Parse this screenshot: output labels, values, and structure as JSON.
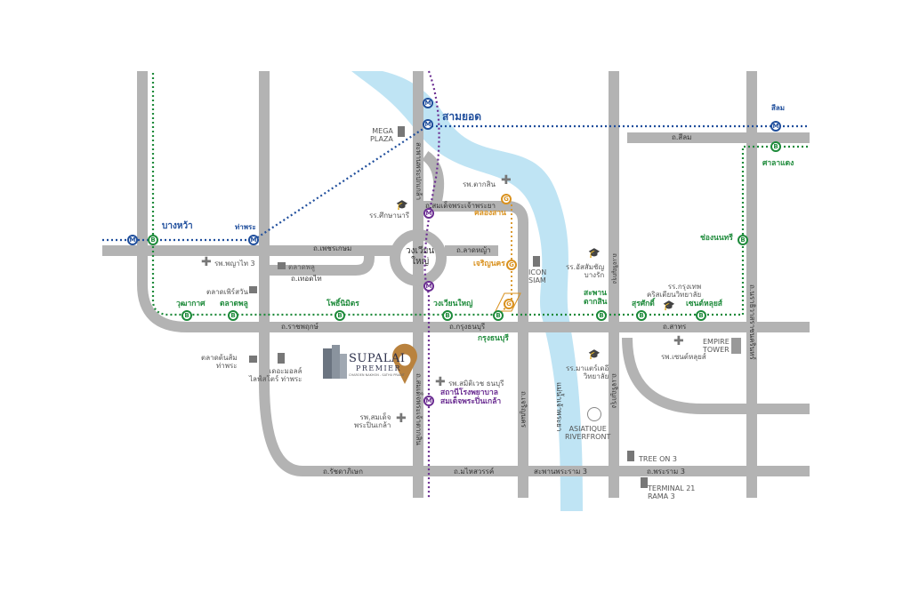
{
  "stations": {
    "green": {
      "bang_wa": "บางหว้า",
      "wutthakat": "วุฒากาศ",
      "talat_phlu": "ตลาดพลู",
      "pho_nimit": "โพธิ์นิมิตร",
      "wongwian_yai": "วงเวียนใหญ่",
      "krung_thon_buri": "กรุงธนบุรี",
      "saphan_taksin": "สะพาน\nตากสิน",
      "surasak": "สุรศักดิ์",
      "chong_nonsi": "ช่องนนทรี",
      "sala_daeng": "ศาลาแดง",
      "saint_louis": "เซนต์หลุยส์"
    },
    "blue": {
      "bang_wa": "บางหว้า",
      "tha_phra": "ท่าพระ",
      "sam_yot": "สามยอด",
      "silom": "สีลม"
    },
    "gold": {
      "khlong_san": "คลองสาน",
      "charoen_nakhon": "เจริญนคร"
    },
    "purple": {
      "hospital": "สถานีโรงพยาบาล\nสมเด็จพระปิ่นเกล้า"
    }
  },
  "roads": {
    "phet_kasem": "ถ.เพชรเกษม",
    "therd_thai": "ถ.เทอดไท",
    "ratchaphruek": "ถ.ราชพฤกษ์",
    "krung_thonburi": "ถ.กรุงธนบุรี",
    "sathon": "ถ.สาทร",
    "silom": "ถ.สีลม",
    "lat_ya": "ถ.ลาดหญ้า",
    "somdet_chao_phraya": "ถ.สมเด็จพระเจ้าพระยา",
    "somdet_taksin": "ถ.สมเด็จพระเจ้าตากสิน",
    "phra_pok_klao": "สะพานพระปกเกล้า",
    "charoen_nakhon": "ถ.เจริญนคร",
    "charoen_krung": "ถ.เจริญกรุง",
    "narathiwat": "ถ.นราธิวาสราชนครินทร์",
    "charoen_krung_top": "ถ.เจริญกรุง",
    "ratchadaphisek": "ถ.รัชดาภิเษก",
    "mahaisawan": "ถ.มไหสวรรค์",
    "rama3_bridge": "สะพานพระราม 3",
    "rama3": "ถ.พระราม 3",
    "river": "แม่น้ำเจ้าพระยา"
  },
  "places": {
    "mega_plaza": "MEGA\nPLAZA",
    "taksin_hospital": "รพ.ตากสิน",
    "sikkha": "รร.ศึกษานารี",
    "wongwian": "วงเวียน\nใหญ่",
    "phyathai3": "รพ.พญาไท 3",
    "talat_phlu_market": "ตลาดพลู",
    "talat_wutthakat": "ตลาดเพิร์สวัน",
    "icon_siam": "ICON\nSIAM",
    "assumption": "รร.อัสสัมชัญ\nบางรัก",
    "bangkok_christian": "รร.กรุงเทพ\nคริสเตียนวิทยาลัย",
    "empire": "EMPIRE\nTOWER",
    "saint_louis_hosp": "รพ.เซนต์หลุยส์",
    "talat_tonsom": "ตลาดต้นส้ม\nท่าพระ",
    "the_mall": "เดอะมอลล์\nไลฟ์สโตร์ ท่าพระ",
    "samitivej": "รพ.สมิติเวช ธนบุรี",
    "pinklao_hosp": "รพ.สมเด็จ\nพระปิ่นเกล้า",
    "maha_phruettharam": "รร.มาแตร์เดอี\nวิทยาลัย",
    "assumption2": "รร.มาแตร์เดอี\nวิทยาลัย",
    "asiatique": "ASIATIQUE\nRIVERFRONT",
    "tree_on_3": "TREE ON 3",
    "terminal21": "TERMINAL 21\nRAMA 3"
  },
  "brand": {
    "name": "SUPALAI",
    "sub": "PREMIER",
    "tag": "CHAROEN NAKHON - SATHU PRADIT"
  },
  "colors": {
    "road": "#b3b3b3",
    "river": "#bfe4f4",
    "green": "#1d8a3a",
    "blue": "#1f4e9c",
    "purple": "#6a2c91",
    "gold": "#d9911e",
    "pin": "#b9823e"
  }
}
